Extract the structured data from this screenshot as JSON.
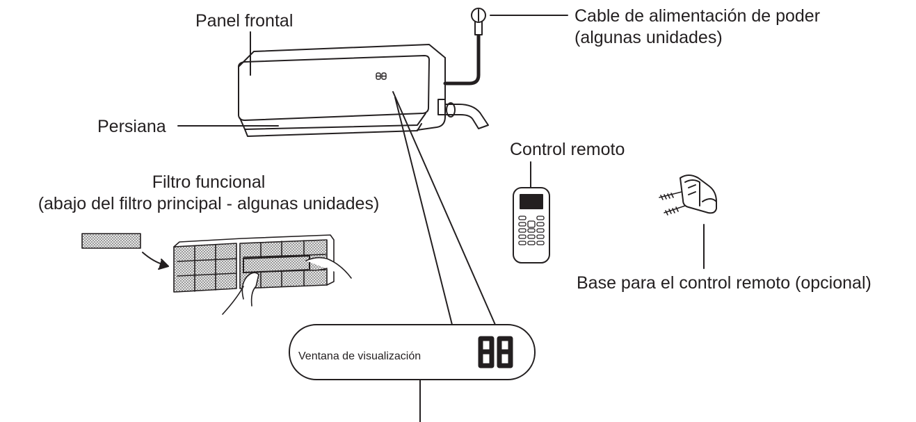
{
  "labels": {
    "front_panel": "Panel frontal",
    "power_cable_line1": "Cable de alimentación de poder",
    "power_cable_line2": "(algunas unidades)",
    "louver": "Persiana",
    "remote_control": "Control remoto",
    "functional_filter_line1": "Filtro funcional",
    "functional_filter_line2": "(abajo del filtro principal - algunas unidades)",
    "remote_holder": "Base para el control remoto (opcional)",
    "display_window": "Ventana de visualización"
  },
  "display": {
    "unit_readout": "88",
    "window_readout": "88"
  },
  "colors": {
    "line": "#231f20",
    "background": "#ffffff",
    "filter_mesh": "#9a9a9a"
  }
}
